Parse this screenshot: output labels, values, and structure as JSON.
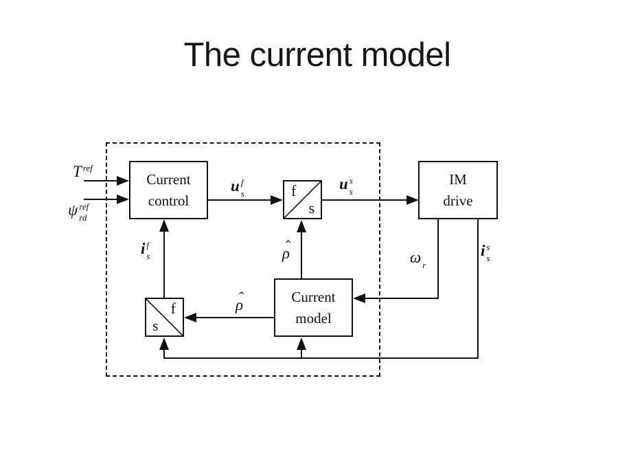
{
  "slide": {
    "title": "The current model"
  },
  "blocks": {
    "current_control": {
      "line1": "Current",
      "line2": "control"
    },
    "transform_top": {
      "upper": "f",
      "lower": "s"
    },
    "im_drive": {
      "line1": "IM",
      "line2": "drive"
    },
    "current_model": {
      "line1": "Current",
      "line2": "model"
    },
    "transform_bottom": {
      "upper": "f",
      "lower": "s"
    }
  },
  "labels": {
    "torque_ref": {
      "base": "T",
      "sup": "ref"
    },
    "flux_ref": {
      "base": "ψ",
      "sup": "ref",
      "sub": "rd"
    },
    "u_stator_f": {
      "base": "u",
      "sup": "f",
      "sub": "s"
    },
    "u_stator_s": {
      "base": "u",
      "sup": "s",
      "sub": "s"
    },
    "i_stator_f": {
      "base": "i",
      "sup": "f",
      "sub": "s"
    },
    "i_stator_s": {
      "base": "i",
      "sup": "s",
      "sub": "s"
    },
    "rho_hat_top": {
      "hat": "ˆ",
      "base": "ρ"
    },
    "rho_hat_left": {
      "hat": "ˆ",
      "base": "ρ"
    },
    "omega_r": {
      "base": "ω",
      "sub": "r"
    }
  },
  "colors": {
    "line": "#111111",
    "background": "#ffffff"
  }
}
